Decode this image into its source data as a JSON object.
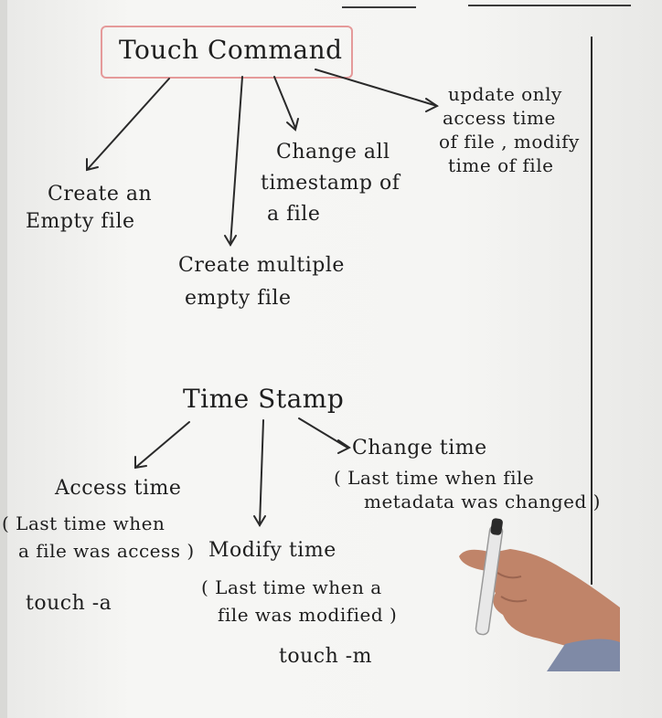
{
  "board": {
    "title": "Touch Command",
    "branches": [
      {
        "line1": "Create an",
        "line2": "Empty file"
      },
      {
        "line1": "Create multiple",
        "line2": "empty file"
      },
      {
        "line1": "Change all",
        "line2": "timestamp of",
        "line3": "a file"
      },
      {
        "line1": "update only",
        "line2": "access time",
        "line3": "of file , modify",
        "line4": "time of file"
      }
    ],
    "subtitle": "Time Stamp",
    "access": {
      "title": "Access time",
      "note1": "( Last time when",
      "note2": "a file was access )",
      "command": "touch -a"
    },
    "modify": {
      "title": "Modify time",
      "note1": "( Last time when a",
      "note2": "file was modified )",
      "command": "touch -m"
    },
    "change": {
      "title": "Change time",
      "note1": "( Last time when file",
      "note2": "metadata was changed )"
    }
  },
  "colors": {
    "board": "#f5f5f3",
    "ink": "#1e1e1e",
    "title_box": "#e59a9a"
  }
}
